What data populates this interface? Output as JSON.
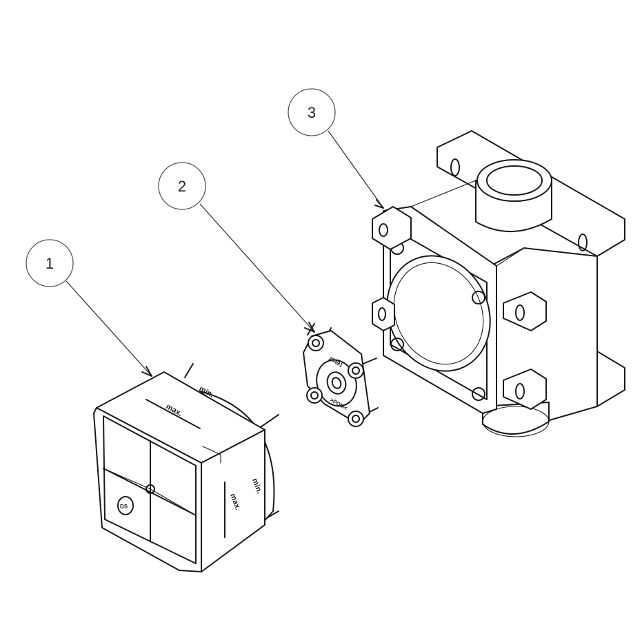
{
  "callouts": [
    {
      "id": "1",
      "label": "1"
    },
    {
      "id": "2",
      "label": "2"
    },
    {
      "id": "3",
      "label": "3"
    }
  ],
  "part1": {
    "marking_max_top": "max.",
    "marking_min_top": "min.",
    "marking_max_side": "max.",
    "marking_min_side": "min.",
    "screw_head_label": "DS"
  },
  "part2": {
    "marking_code": "28491",
    "marking_pom": ">POM<"
  },
  "colors": {
    "line": "#1a1a1a",
    "background": "#ffffff"
  }
}
